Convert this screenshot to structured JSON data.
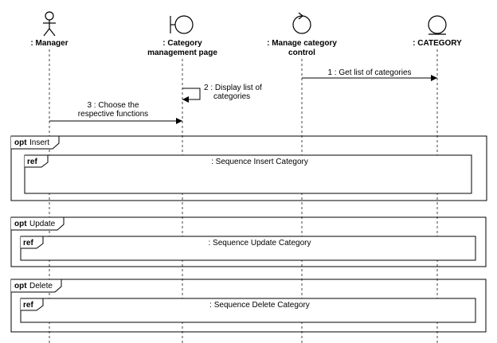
{
  "participants": [
    {
      "id": "manager",
      "icon": "actor-icon",
      "label_lines": [
        ": Manager"
      ]
    },
    {
      "id": "page",
      "icon": "boundary-icon",
      "label_lines": [
        ": Category",
        "management page"
      ]
    },
    {
      "id": "control",
      "icon": "control-icon",
      "label_lines": [
        ": Manage category",
        "control"
      ]
    },
    {
      "id": "category",
      "icon": "entity-icon",
      "label_lines": [
        ": CATEGORY"
      ]
    }
  ],
  "messages": [
    {
      "number": "1",
      "text_lines": [
        "1 : Get list of categories"
      ],
      "from": "control",
      "to": "category"
    },
    {
      "number": "2",
      "text_lines": [
        "2 : Display list of",
        "categories"
      ],
      "from": "page",
      "to": "page",
      "self": true
    },
    {
      "number": "3",
      "text_lines": [
        "3 : Choose the",
        "respective functions"
      ],
      "from": "manager",
      "to": "page"
    }
  ],
  "fragments": [
    {
      "keyword": "opt",
      "name": "Insert",
      "ref_keyword": "ref",
      "ref_text": ": Sequence Insert Category"
    },
    {
      "keyword": "opt",
      "name": "Update",
      "ref_keyword": "ref",
      "ref_text": ": Sequence Update Category"
    },
    {
      "keyword": "opt",
      "name": "Delete",
      "ref_keyword": "ref",
      "ref_text": ": Sequence Delete Category"
    }
  ]
}
